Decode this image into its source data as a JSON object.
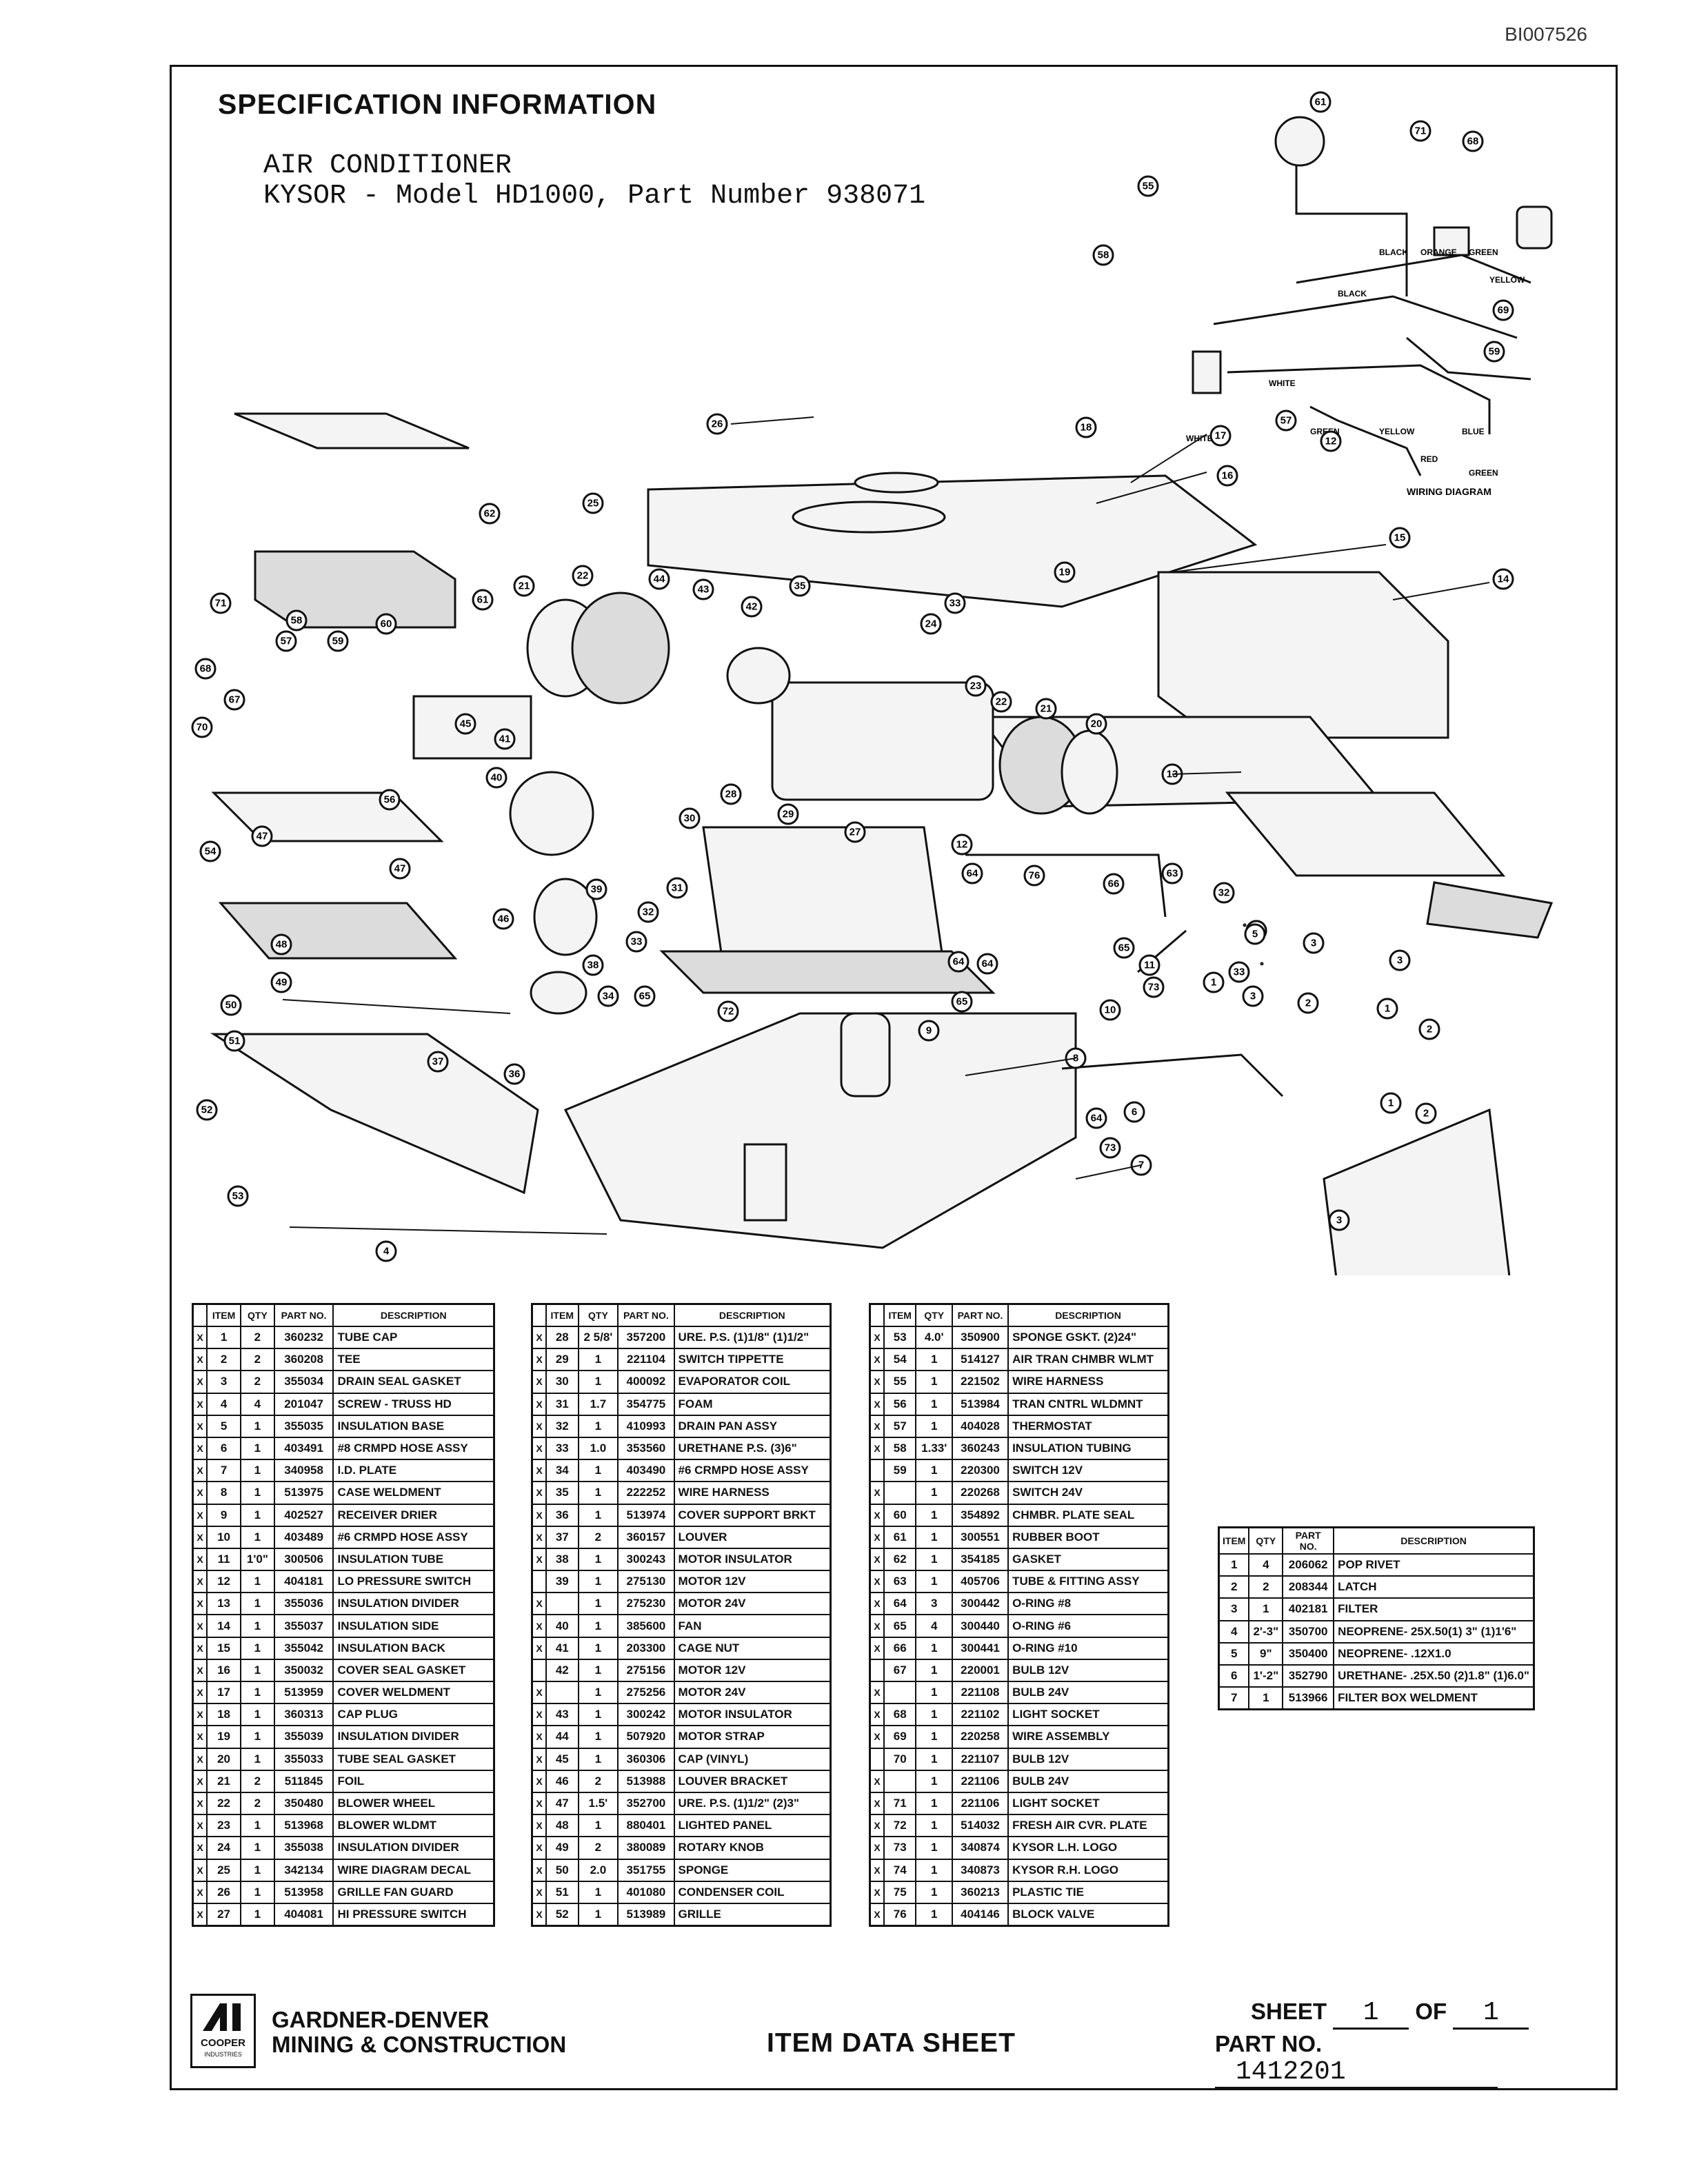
{
  "doc_id": "BI007526",
  "header": {
    "title": "SPECIFICATION INFORMATION",
    "line1": "AIR CONDITIONER",
    "line2": "KYSOR - Model HD1000, Part Number 938071"
  },
  "wiring": {
    "title": "WIRING DIAGRAM",
    "labels": [
      "BLACK",
      "ORANGE",
      "GREEN",
      "BLACK",
      "YELLOW",
      "WHITE",
      "GREEN",
      "YELLOW",
      "BLUE",
      "RED",
      "GREEN",
      "WHITE"
    ]
  },
  "table_headers": {
    "item": "ITEM",
    "qty": "QTY",
    "part": "PART NO.",
    "desc": "DESCRIPTION"
  },
  "table1": [
    {
      "x": "X",
      "item": "1",
      "qty": "2",
      "part": "360232",
      "desc": "TUBE CAP"
    },
    {
      "x": "X",
      "item": "2",
      "qty": "2",
      "part": "360208",
      "desc": "TEE"
    },
    {
      "x": "X",
      "item": "3",
      "qty": "2",
      "part": "355034",
      "desc": "DRAIN SEAL GASKET"
    },
    {
      "x": "X",
      "item": "4",
      "qty": "4",
      "part": "201047",
      "desc": "SCREW - TRUSS HD"
    },
    {
      "x": "X",
      "item": "5",
      "qty": "1",
      "part": "355035",
      "desc": "INSULATION BASE"
    },
    {
      "x": "X",
      "item": "6",
      "qty": "1",
      "part": "403491",
      "desc": "#8 CRMPD HOSE ASSY"
    },
    {
      "x": "X",
      "item": "7",
      "qty": "1",
      "part": "340958",
      "desc": "I.D. PLATE"
    },
    {
      "x": "X",
      "item": "8",
      "qty": "1",
      "part": "513975",
      "desc": "CASE WELDMENT"
    },
    {
      "x": "X",
      "item": "9",
      "qty": "1",
      "part": "402527",
      "desc": "RECEIVER DRIER"
    },
    {
      "x": "X",
      "item": "10",
      "qty": "1",
      "part": "403489",
      "desc": "#6 CRMPD HOSE ASSY"
    },
    {
      "x": "X",
      "item": "11",
      "qty": "1'0\"",
      "part": "300506",
      "desc": "INSULATION TUBE"
    },
    {
      "x": "X",
      "item": "12",
      "qty": "1",
      "part": "404181",
      "desc": "LO PRESSURE SWITCH"
    },
    {
      "x": "X",
      "item": "13",
      "qty": "1",
      "part": "355036",
      "desc": "INSULATION DIVIDER"
    },
    {
      "x": "X",
      "item": "14",
      "qty": "1",
      "part": "355037",
      "desc": "INSULATION SIDE"
    },
    {
      "x": "X",
      "item": "15",
      "qty": "1",
      "part": "355042",
      "desc": "INSULATION BACK"
    },
    {
      "x": "X",
      "item": "16",
      "qty": "1",
      "part": "350032",
      "desc": "COVER SEAL GASKET"
    },
    {
      "x": "X",
      "item": "17",
      "qty": "1",
      "part": "513959",
      "desc": "COVER WELDMENT"
    },
    {
      "x": "X",
      "item": "18",
      "qty": "1",
      "part": "360313",
      "desc": "CAP PLUG"
    },
    {
      "x": "X",
      "item": "19",
      "qty": "1",
      "part": "355039",
      "desc": "INSULATION DIVIDER"
    },
    {
      "x": "X",
      "item": "20",
      "qty": "1",
      "part": "355033",
      "desc": "TUBE SEAL GASKET"
    },
    {
      "x": "X",
      "item": "21",
      "qty": "2",
      "part": "511845",
      "desc": "FOIL"
    },
    {
      "x": "X",
      "item": "22",
      "qty": "2",
      "part": "350480",
      "desc": "BLOWER WHEEL"
    },
    {
      "x": "X",
      "item": "23",
      "qty": "1",
      "part": "513968",
      "desc": "BLOWER WLDMT"
    },
    {
      "x": "X",
      "item": "24",
      "qty": "1",
      "part": "355038",
      "desc": "INSULATION DIVIDER"
    },
    {
      "x": "X",
      "item": "25",
      "qty": "1",
      "part": "342134",
      "desc": "WIRE DIAGRAM DECAL"
    },
    {
      "x": "X",
      "item": "26",
      "qty": "1",
      "part": "513958",
      "desc": "GRILLE FAN GUARD"
    },
    {
      "x": "X",
      "item": "27",
      "qty": "1",
      "part": "404081",
      "desc": "HI PRESSURE SWITCH"
    }
  ],
  "table2": [
    {
      "x": "X",
      "item": "28",
      "qty": "2 5/8'",
      "part": "357200",
      "desc": "URE. P.S. (1)1/8\" (1)1/2\""
    },
    {
      "x": "X",
      "item": "29",
      "qty": "1",
      "part": "221104",
      "desc": "SWITCH TIPPETTE"
    },
    {
      "x": "X",
      "item": "30",
      "qty": "1",
      "part": "400092",
      "desc": "EVAPORATOR COIL"
    },
    {
      "x": "X",
      "item": "31",
      "qty": "1.7",
      "part": "354775",
      "desc": "FOAM"
    },
    {
      "x": "X",
      "item": "32",
      "qty": "1",
      "part": "410993",
      "desc": "DRAIN PAN ASSY"
    },
    {
      "x": "X",
      "item": "33",
      "qty": "1.0",
      "part": "353560",
      "desc": "URETHANE P.S. (3)6\""
    },
    {
      "x": "X",
      "item": "34",
      "qty": "1",
      "part": "403490",
      "desc": "#6 CRMPD HOSE ASSY"
    },
    {
      "x": "X",
      "item": "35",
      "qty": "1",
      "part": "222252",
      "desc": "WIRE HARNESS"
    },
    {
      "x": "X",
      "item": "36",
      "qty": "1",
      "part": "513974",
      "desc": "COVER SUPPORT BRKT"
    },
    {
      "x": "X",
      "item": "37",
      "qty": "2",
      "part": "360157",
      "desc": "LOUVER"
    },
    {
      "x": "X",
      "item": "38",
      "qty": "1",
      "part": "300243",
      "desc": "MOTOR INSULATOR"
    },
    {
      "x": "",
      "item": "39",
      "qty": "1",
      "part": "275130",
      "desc": "MOTOR 12V"
    },
    {
      "x": "X",
      "item": "",
      "qty": "1",
      "part": "275230",
      "desc": "MOTOR 24V"
    },
    {
      "x": "X",
      "item": "40",
      "qty": "1",
      "part": "385600",
      "desc": "FAN"
    },
    {
      "x": "X",
      "item": "41",
      "qty": "1",
      "part": "203300",
      "desc": "CAGE NUT"
    },
    {
      "x": "",
      "item": "42",
      "qty": "1",
      "part": "275156",
      "desc": "MOTOR 12V"
    },
    {
      "x": "X",
      "item": "",
      "qty": "1",
      "part": "275256",
      "desc": "MOTOR 24V"
    },
    {
      "x": "X",
      "item": "43",
      "qty": "1",
      "part": "300242",
      "desc": "MOTOR INSULATOR"
    },
    {
      "x": "X",
      "item": "44",
      "qty": "1",
      "part": "507920",
      "desc": "MOTOR STRAP"
    },
    {
      "x": "X",
      "item": "45",
      "qty": "1",
      "part": "360306",
      "desc": "CAP (VINYL)"
    },
    {
      "x": "X",
      "item": "46",
      "qty": "2",
      "part": "513988",
      "desc": "LOUVER BRACKET"
    },
    {
      "x": "X",
      "item": "47",
      "qty": "1.5'",
      "part": "352700",
      "desc": "URE. P.S. (1)1/2\" (2)3\""
    },
    {
      "x": "X",
      "item": "48",
      "qty": "1",
      "part": "880401",
      "desc": "LIGHTED PANEL"
    },
    {
      "x": "X",
      "item": "49",
      "qty": "2",
      "part": "380089",
      "desc": "ROTARY KNOB"
    },
    {
      "x": "X",
      "item": "50",
      "qty": "2.0",
      "part": "351755",
      "desc": "SPONGE"
    },
    {
      "x": "X",
      "item": "51",
      "qty": "1",
      "part": "401080",
      "desc": "CONDENSER COIL"
    },
    {
      "x": "X",
      "item": "52",
      "qty": "1",
      "part": "513989",
      "desc": "GRILLE"
    }
  ],
  "table3": [
    {
      "x": "X",
      "item": "53",
      "qty": "4.0'",
      "part": "350900",
      "desc": "SPONGE GSKT. (2)24\""
    },
    {
      "x": "X",
      "item": "54",
      "qty": "1",
      "part": "514127",
      "desc": "AIR TRAN CHMBR WLMT"
    },
    {
      "x": "X",
      "item": "55",
      "qty": "1",
      "part": "221502",
      "desc": "WIRE HARNESS"
    },
    {
      "x": "X",
      "item": "56",
      "qty": "1",
      "part": "513984",
      "desc": "TRAN CNTRL WLDMNT"
    },
    {
      "x": "X",
      "item": "57",
      "qty": "1",
      "part": "404028",
      "desc": "THERMOSTAT"
    },
    {
      "x": "X",
      "item": "58",
      "qty": "1.33'",
      "part": "360243",
      "desc": "INSULATION TUBING"
    },
    {
      "x": "",
      "item": "59",
      "qty": "1",
      "part": "220300",
      "desc": "SWITCH 12V"
    },
    {
      "x": "X",
      "item": "",
      "qty": "1",
      "part": "220268",
      "desc": "SWITCH 24V"
    },
    {
      "x": "X",
      "item": "60",
      "qty": "1",
      "part": "354892",
      "desc": "CHMBR. PLATE SEAL"
    },
    {
      "x": "X",
      "item": "61",
      "qty": "1",
      "part": "300551",
      "desc": "RUBBER BOOT"
    },
    {
      "x": "X",
      "item": "62",
      "qty": "1",
      "part": "354185",
      "desc": "GASKET"
    },
    {
      "x": "X",
      "item": "63",
      "qty": "1",
      "part": "405706",
      "desc": "TUBE & FITTING ASSY"
    },
    {
      "x": "X",
      "item": "64",
      "qty": "3",
      "part": "300442",
      "desc": "O-RING #8"
    },
    {
      "x": "X",
      "item": "65",
      "qty": "4",
      "part": "300440",
      "desc": "O-RING #6"
    },
    {
      "x": "X",
      "item": "66",
      "qty": "1",
      "part": "300441",
      "desc": "O-RING #10"
    },
    {
      "x": "",
      "item": "67",
      "qty": "1",
      "part": "220001",
      "desc": "BULB 12V"
    },
    {
      "x": "X",
      "item": "",
      "qty": "1",
      "part": "221108",
      "desc": "BULB 24V"
    },
    {
      "x": "X",
      "item": "68",
      "qty": "1",
      "part": "221102",
      "desc": "LIGHT SOCKET"
    },
    {
      "x": "X",
      "item": "69",
      "qty": "1",
      "part": "220258",
      "desc": "WIRE ASSEMBLY"
    },
    {
      "x": "",
      "item": "70",
      "qty": "1",
      "part": "221107",
      "desc": "BULB 12V"
    },
    {
      "x": "X",
      "item": "",
      "qty": "1",
      "part": "221106",
      "desc": "BULB 24V"
    },
    {
      "x": "X",
      "item": "71",
      "qty": "1",
      "part": "221106",
      "desc": "LIGHT SOCKET"
    },
    {
      "x": "X",
      "item": "72",
      "qty": "1",
      "part": "514032",
      "desc": "FRESH AIR CVR. PLATE"
    },
    {
      "x": "X",
      "item": "73",
      "qty": "1",
      "part": "340874",
      "desc": "KYSOR L.H. LOGO"
    },
    {
      "x": "X",
      "item": "74",
      "qty": "1",
      "part": "340873",
      "desc": "KYSOR R.H. LOGO"
    },
    {
      "x": "X",
      "item": "75",
      "qty": "1",
      "part": "360213",
      "desc": "PLASTIC TIE"
    },
    {
      "x": "X",
      "item": "76",
      "qty": "1",
      "part": "404146",
      "desc": "BLOCK VALVE"
    }
  ],
  "table4": [
    {
      "item": "1",
      "qty": "4",
      "part": "206062",
      "desc": "POP RIVET"
    },
    {
      "item": "2",
      "qty": "2",
      "part": "208344",
      "desc": "LATCH"
    },
    {
      "item": "3",
      "qty": "1",
      "part": "402181",
      "desc": "FILTER"
    },
    {
      "item": "4",
      "qty": "2'-3\"",
      "part": "350700",
      "desc": "NEOPRENE- 25X.50(1) 3\" (1)1'6\""
    },
    {
      "item": "5",
      "qty": "9\"",
      "part": "350400",
      "desc": "NEOPRENE- .12X1.0"
    },
    {
      "item": "6",
      "qty": "1'-2\"",
      "part": "352790",
      "desc": "URETHANE- .25X.50 (2)1.8\" (1)6.0\""
    },
    {
      "item": "7",
      "qty": "1",
      "part": "513966",
      "desc": "FILTER BOX WELDMENT"
    }
  ],
  "footer": {
    "logo_text": "COOPER",
    "logo_sub": "INDUSTRIES",
    "company_line1": "GARDNER-DENVER",
    "company_line2": "MINING & CONSTRUCTION",
    "title": "ITEM DATA SHEET",
    "sheet_label": "SHEET",
    "sheet_num": "1",
    "of_label": "OF",
    "sheet_total": "1",
    "part_label": "PART NO.",
    "part_no": "1412201"
  }
}
